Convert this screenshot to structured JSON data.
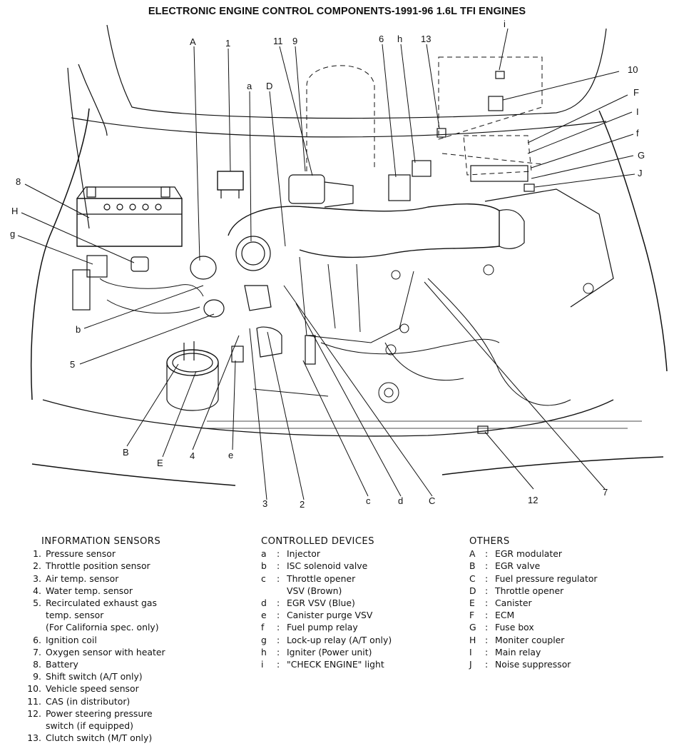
{
  "title": "ELECTRONIC ENGINE CONTROL COMPONENTS-1991-96 1.6L TFI ENGINES",
  "callouts": {
    "A": "A",
    "1": "1",
    "11": "11",
    "9": "9",
    "a": "a",
    "D": "D",
    "6": "6",
    "h": "h",
    "13": "13",
    "i": "i",
    "10": "10",
    "F": "F",
    "I": "I",
    "f": "f",
    "G": "G",
    "J": "J",
    "8": "8",
    "H": "H",
    "g": "g",
    "b": "b",
    "5": "5",
    "B": "B",
    "E": "E",
    "4": "4",
    "e": "e",
    "3": "3",
    "2": "2",
    "c": "c",
    "d": "d",
    "C": "C",
    "12": "12",
    "7": "7"
  },
  "sensors": {
    "heading": "INFORMATION SENSORS",
    "items": [
      {
        "key": "1.",
        "text": "Pressure sensor"
      },
      {
        "key": "2.",
        "text": "Throttle position sensor"
      },
      {
        "key": "3.",
        "text": "Air temp. sensor"
      },
      {
        "key": "4.",
        "text": "Water temp. sensor"
      },
      {
        "key": "5.",
        "text": "Recirculated exhaust gas"
      },
      {
        "key": "",
        "text": "temp. sensor"
      },
      {
        "key": "",
        "text": "(For California spec. only)"
      },
      {
        "key": "6.",
        "text": "Ignition coil"
      },
      {
        "key": "7.",
        "text": "Oxygen sensor with heater"
      },
      {
        "key": "8.",
        "text": "Battery"
      },
      {
        "key": "9.",
        "text": "Shift switch (A/T only)"
      },
      {
        "key": "10.",
        "text": "Vehicle speed sensor"
      },
      {
        "key": "11.",
        "text": "CAS (in distributor)"
      },
      {
        "key": "12.",
        "text": "Power steering pressure"
      },
      {
        "key": "",
        "text": "switch (if equipped)"
      },
      {
        "key": "13.",
        "text": "Clutch switch (M/T only)"
      }
    ]
  },
  "devices": {
    "heading": "CONTROLLED DEVICES",
    "items": [
      {
        "key": "a",
        "text": "Injector"
      },
      {
        "key": "b",
        "text": "ISC solenoid valve"
      },
      {
        "key": "c",
        "text": "Throttle opener"
      },
      {
        "key": "",
        "text": "VSV (Brown)"
      },
      {
        "key": "d",
        "text": "EGR VSV (Blue)"
      },
      {
        "key": "e",
        "text": "Canister purge VSV"
      },
      {
        "key": "f",
        "text": "Fuel pump relay"
      },
      {
        "key": "g",
        "text": "Lock-up relay (A/T only)"
      },
      {
        "key": "h",
        "text": "Igniter (Power unit)"
      },
      {
        "key": "i",
        "text": "\"CHECK ENGINE\" light"
      }
    ]
  },
  "others": {
    "heading": "OTHERS",
    "items": [
      {
        "key": "A",
        "text": "EGR modulater"
      },
      {
        "key": "B",
        "text": "EGR valve"
      },
      {
        "key": "C",
        "text": "Fuel pressure regulator"
      },
      {
        "key": "D",
        "text": "Throttle opener"
      },
      {
        "key": "E",
        "text": "Canister"
      },
      {
        "key": "F",
        "text": "ECM"
      },
      {
        "key": "G",
        "text": "Fuse box"
      },
      {
        "key": "H",
        "text": "Moniter coupler"
      },
      {
        "key": "I",
        "text": "Main relay"
      },
      {
        "key": "J",
        "text": "Noise suppressor"
      }
    ]
  }
}
